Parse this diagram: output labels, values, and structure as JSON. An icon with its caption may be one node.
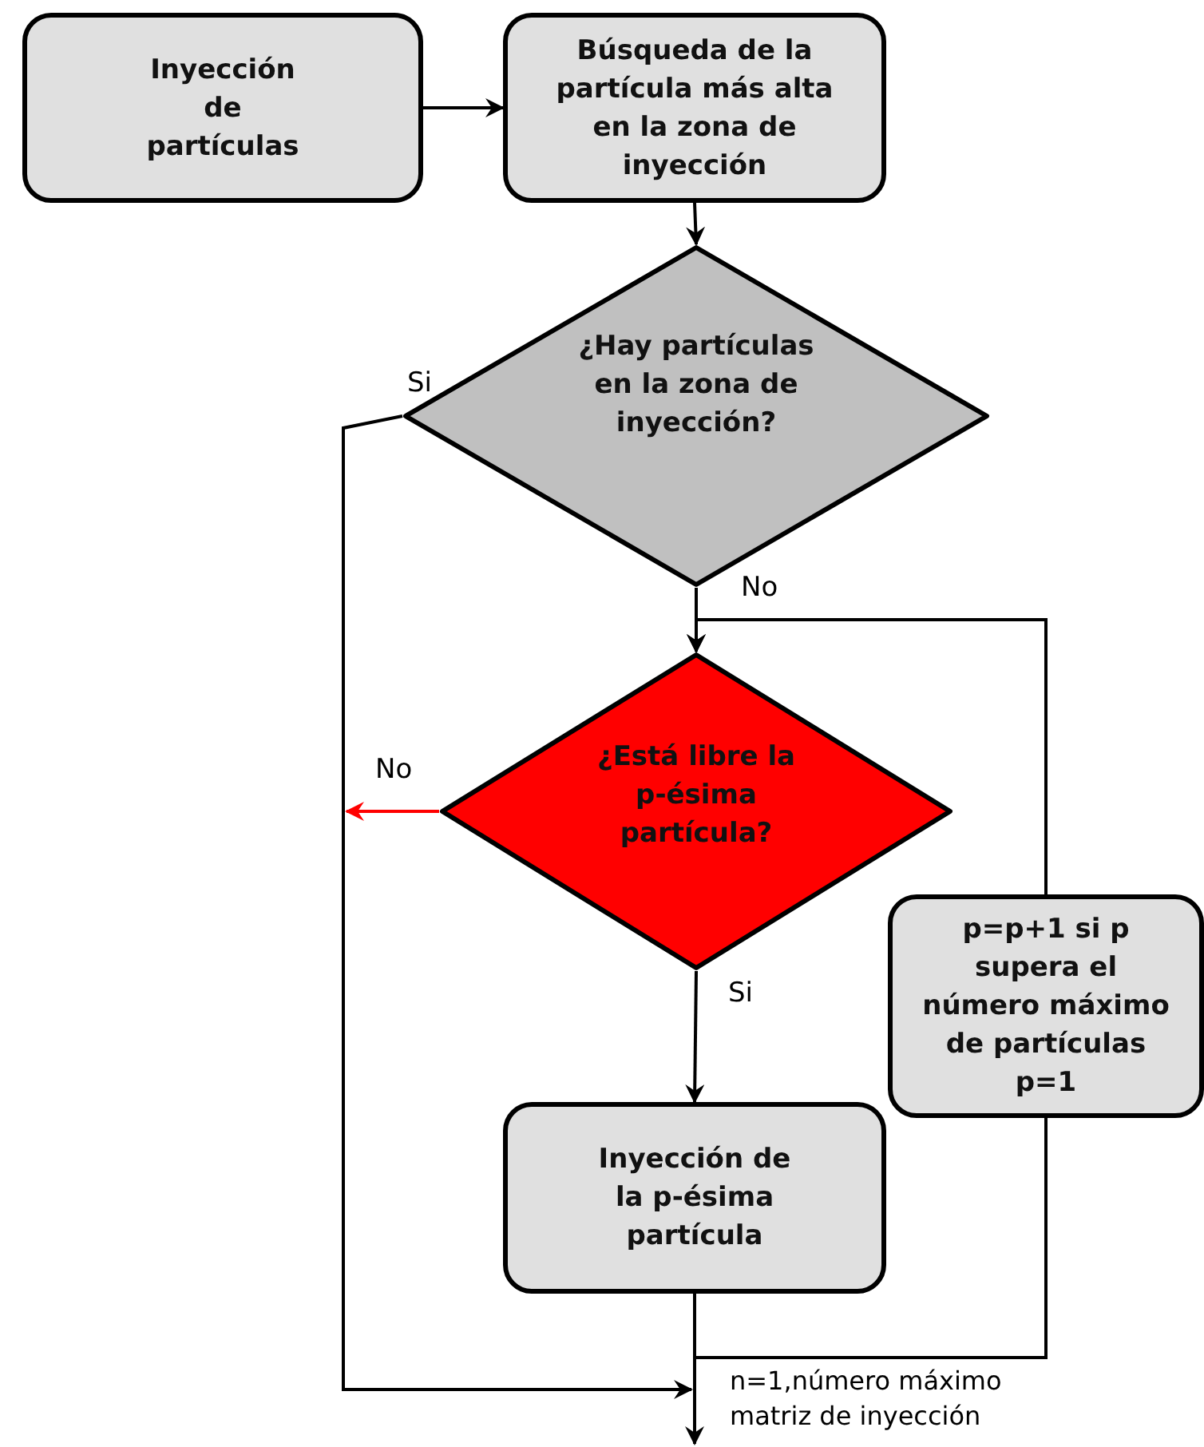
{
  "diagram": {
    "nodes": [
      {
        "text": [
          "Inyección de partículas"
        ]
      },
      {
        "text": [
          "Búsqueda de la partícula más alta en la zona de inyección"
        ]
      },
      {
        "text": [
          "¿Hay partículas en la zona de inyección?"
        ]
      },
      {
        "text": [
          "¿Está libre la p-ésima partícula?"
        ]
      },
      {
        "text": [
          "p=p+1 si p supera el número máximo de partículas p=1"
        ]
      },
      {
        "text": [
          "Inyección de la p-ésima partícula"
        ]
      }
    ],
    "edges": [
      {
        "from": 0,
        "to": 1,
        "arrow": "to"
      },
      {
        "from": 1,
        "to": 2,
        "arrow": "to"
      },
      {
        "from": 2,
        "to": 3,
        "arrow": "to",
        "label": "No"
      },
      {
        "from": 3,
        "to": null,
        "arrow": "to",
        "label": "No",
        "color": "#ff0000"
      },
      {
        "from": 3,
        "to": 5,
        "arrow": "to",
        "label": "Si"
      },
      {
        "from": 5,
        "to": 4,
        "arrow": "none"
      },
      {
        "from": 4,
        "to": 3,
        "arrow": "to"
      },
      {
        "from": 2,
        "to": null,
        "arrow": "to",
        "label": "Si"
      },
      {
        "from": 5,
        "to": null,
        "arrow": "to"
      }
    ],
    "labels": [
      "n=1,número máximo matriz de inyección"
    ]
  }
}
